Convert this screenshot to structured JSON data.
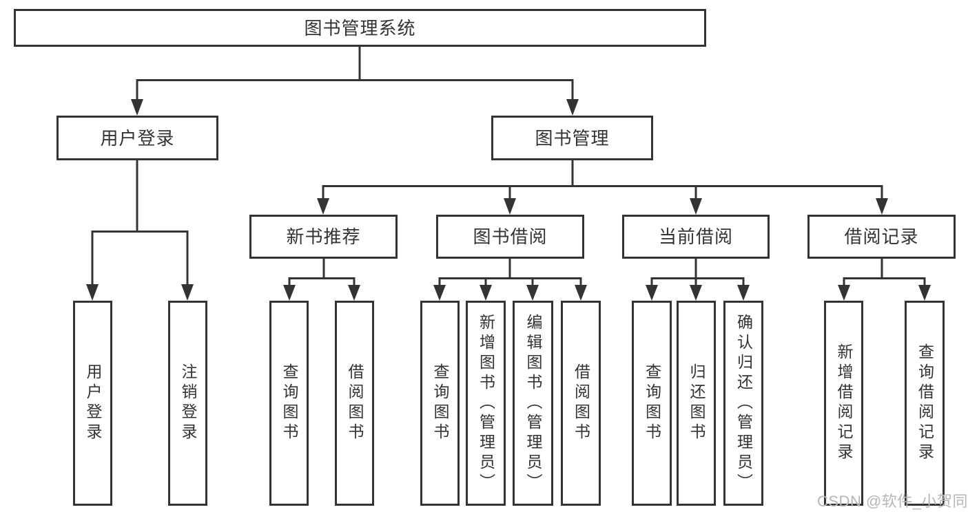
{
  "diagram": {
    "root": {
      "label": "图书管理系统"
    },
    "branches": [
      {
        "label": "用户登录",
        "children": [
          {
            "label": "用户登录"
          },
          {
            "label": "注销登录"
          }
        ]
      },
      {
        "label": "图书管理",
        "children": [
          {
            "label": "新书推荐",
            "children": [
              {
                "label": "查询图书"
              },
              {
                "label": "借阅图书"
              }
            ]
          },
          {
            "label": "图书借阅",
            "children": [
              {
                "label": "查询图书"
              },
              {
                "label": "新增图书（管理员）"
              },
              {
                "label": "编辑图书（管理员）"
              },
              {
                "label": "借阅图书"
              }
            ]
          },
          {
            "label": "当前借阅",
            "children": [
              {
                "label": "查询图书"
              },
              {
                "label": "归还图书"
              },
              {
                "label": "确认归还（管理员）"
              }
            ]
          },
          {
            "label": "借阅记录",
            "children": [
              {
                "label": "新增借阅记录"
              },
              {
                "label": "查询借阅记录"
              }
            ]
          }
        ]
      }
    ],
    "watermark": "CSDN @软件_小贺同学",
    "colors": {
      "line": "#333333",
      "text": "#333333",
      "background": "#ffffff",
      "watermark": "#b6b6b6"
    }
  }
}
